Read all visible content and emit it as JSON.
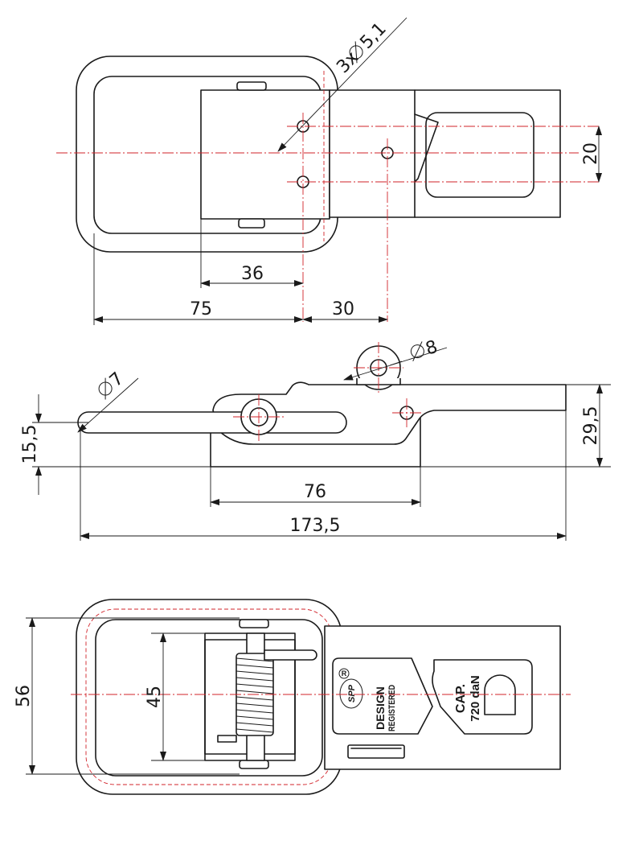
{
  "top_view": {
    "hole_callout": "3x",
    "hole_diameter": "5,1",
    "dim_hole_spacing": "20",
    "dim_36": "36",
    "dim_75": "75",
    "dim_30": "30"
  },
  "side_view": {
    "dim_pin_diameter": "7",
    "dim_eye_diameter": "8",
    "dim_15_5": "15,5",
    "dim_29_5": "29,5",
    "dim_76": "76",
    "dim_173_5": "173,5"
  },
  "bottom_view": {
    "dim_56": "56",
    "dim_45": "45",
    "logo_text": "SPP",
    "registered_mark": "R",
    "design_text": "DESIGN",
    "registered_text": "REGISTERED",
    "cap_label": "CAP.",
    "cap_value": "720 daN"
  },
  "colors": {
    "outline": "#1a1a1a",
    "center_line": "#d2232a"
  }
}
